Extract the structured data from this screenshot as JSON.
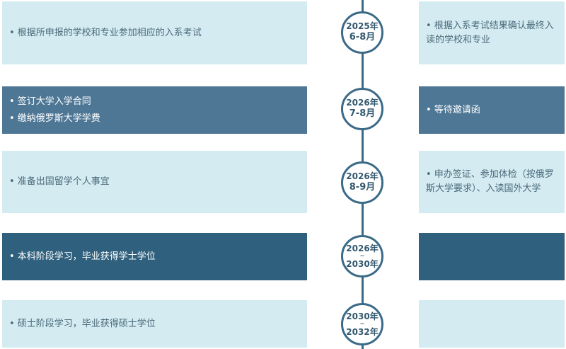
{
  "rows": [
    {
      "left": [
        "• 根据所申报的学校和专业参加相应的入系考试"
      ],
      "right": [
        "• 根据入系考试结果确认最终入读的学校和专业"
      ],
      "year": "2025年",
      "period": "6-8月"
    },
    {
      "left": [
        "• 签订大学入学合同",
        "• 缴纳俄罗斯大学学费"
      ],
      "right": [
        "• 等待邀请函"
      ],
      "year": "2026年",
      "period": "7-8月"
    },
    {
      "left": [
        "• 准备出国留学个人事宜"
      ],
      "right": [
        "• 申办签证、参加体检（按俄罗斯大学要求）、入读国外大学"
      ],
      "year": "2026年",
      "period": "8-9月"
    },
    {
      "left": [
        "• 本科阶段学习，毕业获得学士学位"
      ],
      "right": [],
      "year": "2026年",
      "tilde": "~",
      "end": "2030年"
    },
    {
      "left": [
        "• 硕士阶段学习，毕业获得硕士学位"
      ],
      "right": [],
      "year": "2030年",
      "tilde": "~",
      "end": "2032年"
    }
  ]
}
